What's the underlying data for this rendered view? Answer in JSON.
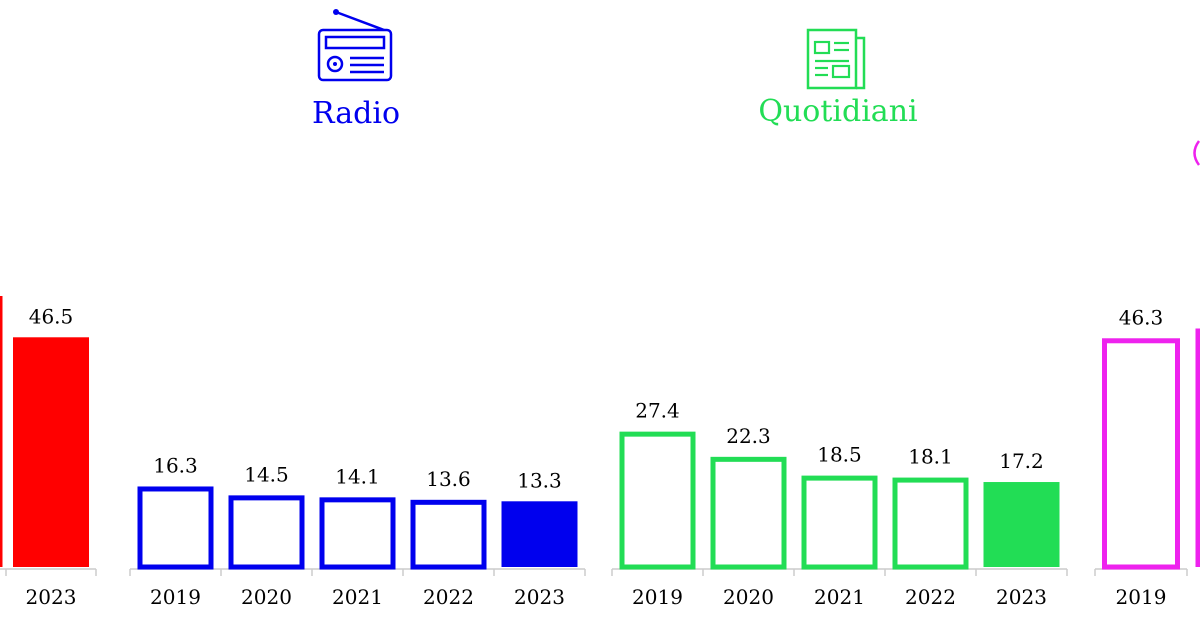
{
  "chart_data": [
    {
      "type": "bar",
      "title": "",
      "color": "#ff0000",
      "categories": [
        "2023"
      ],
      "values": [
        46.5
      ],
      "highlight_last": true
    },
    {
      "type": "bar",
      "title": "Radio",
      "icon": "radio-icon",
      "color": "#0000ee",
      "categories": [
        "2019",
        "2020",
        "2021",
        "2022",
        "2023"
      ],
      "values": [
        16.3,
        14.5,
        14.1,
        13.6,
        13.3
      ],
      "highlight_last": true
    },
    {
      "type": "bar",
      "title": "Quotidiani",
      "icon": "newspaper-icon",
      "color": "#22dd55",
      "categories": [
        "2019",
        "2020",
        "2021",
        "2022",
        "2023"
      ],
      "values": [
        27.4,
        22.3,
        18.5,
        18.1,
        17.2
      ],
      "highlight_last": true
    },
    {
      "type": "bar",
      "title": "",
      "color": "#ee22ee",
      "categories": [
        "2019"
      ],
      "values": [
        46.3
      ],
      "highlight_last": false
    }
  ]
}
